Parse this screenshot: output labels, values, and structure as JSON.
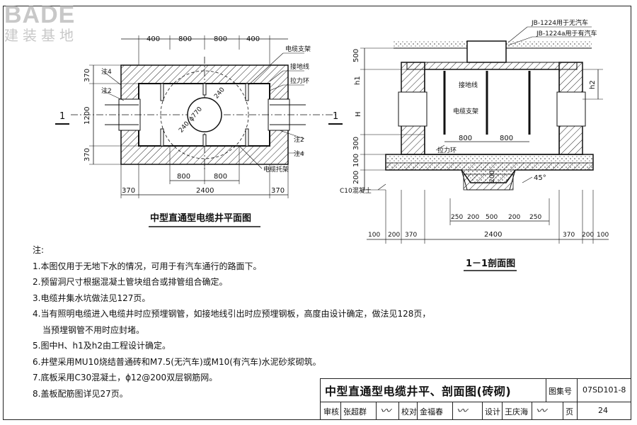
{
  "logo": {
    "main": "BADE",
    "sub": "建装基地"
  },
  "plan": {
    "caption": "中型直通型电缆井平面图",
    "top_dims": [
      "400",
      "800",
      "800",
      "400"
    ],
    "bottom_dims_inner": [
      "800",
      "800"
    ],
    "bottom_dims_total": [
      "370",
      "2400",
      "370"
    ],
    "left_dims": [
      "370",
      "1200",
      "370"
    ],
    "section_mark": "1",
    "circle_dims": [
      "ϕ770",
      "240",
      "240"
    ],
    "labels_left": [
      "注4",
      "注2"
    ],
    "labels_right": [
      "电缆支架",
      "接地线",
      "拉力环",
      "注2",
      "注4",
      "电缆托架"
    ]
  },
  "section": {
    "caption": "1－1剖面图",
    "cover_labels": [
      "JB-1224用于无汽车",
      "JB-1224a用于有汽车"
    ],
    "left_dims": [
      "500",
      "h1",
      "H",
      "300",
      "100",
      "200"
    ],
    "right_dims": [
      "h2"
    ],
    "inner_labels": [
      "接地线",
      "电缆支架",
      "拉力环"
    ],
    "inner_dims": [
      "800",
      "800"
    ],
    "sump_dim": "200",
    "angle": "45°",
    "concrete_label": "C10混凝土",
    "bottom_dims_small": [
      "250",
      "200",
      "500",
      "200",
      "250"
    ],
    "bottom_dims_left": [
      "100",
      "200",
      "370"
    ],
    "bottom_total": "2400",
    "bottom_dims_right": [
      "370",
      "200",
      "100"
    ]
  },
  "notes": {
    "heading": "注:",
    "items": [
      "1.本图仅用于无地下水的情况，可用于有汽车通行的路面下。",
      "2.预留洞尺寸根据混凝土管块组合或排管组合确定。",
      "3.电缆井集水坑做法见127页。",
      "4.当有照明电缆进入电缆井时应预埋钢管，如接地线引出时应预埋钢板，高度由设计确定，做法见128页，",
      "   当预埋钢管不用时应封堵。",
      "5.图中H、h1及h2由工程设计确定。",
      "6.井壁采用MU10烧结普通砖和M7.5(无汽车)或M10(有汽车)水泥砂浆砌筑。",
      "7.底板采用C30混凝土，ϕ12@200双层钢筋网。",
      "8.盖板配筋图详见27页。"
    ]
  },
  "title_block": {
    "title": "中型直通型电缆井平、剖面图(砖砌)",
    "atlas_label": "图集号",
    "atlas_no": "07SD101-8",
    "review_label": "审核",
    "review_name": "张超群",
    "check_label": "校对",
    "check_name": "金福春",
    "design_label": "设计",
    "design_name": "王庆海",
    "page_label": "页",
    "page_no": "24"
  }
}
